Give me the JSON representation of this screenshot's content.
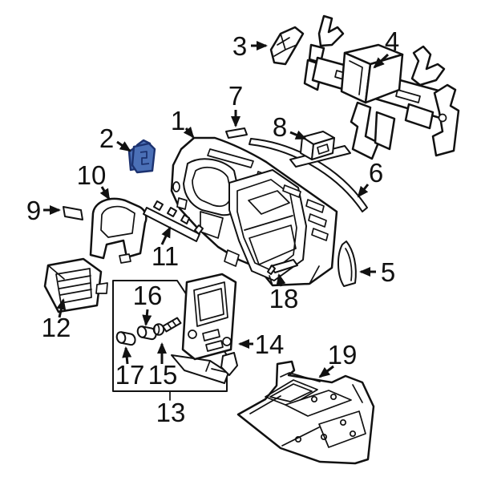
{
  "diagram": {
    "colors": {
      "line": "#111111",
      "background": "#ffffff",
      "highlight_fill": "#4b70b7",
      "highlight_stroke": "#1c3270"
    },
    "highlighted_callout": "2",
    "callouts": [
      {
        "num": "1"
      },
      {
        "num": "2"
      },
      {
        "num": "3"
      },
      {
        "num": "4"
      },
      {
        "num": "5"
      },
      {
        "num": "6"
      },
      {
        "num": "7"
      },
      {
        "num": "8"
      },
      {
        "num": "9"
      },
      {
        "num": "10"
      },
      {
        "num": "11"
      },
      {
        "num": "12"
      },
      {
        "num": "13"
      },
      {
        "num": "14"
      },
      {
        "num": "15"
      },
      {
        "num": "16"
      },
      {
        "num": "17"
      },
      {
        "num": "18"
      },
      {
        "num": "19"
      }
    ]
  }
}
